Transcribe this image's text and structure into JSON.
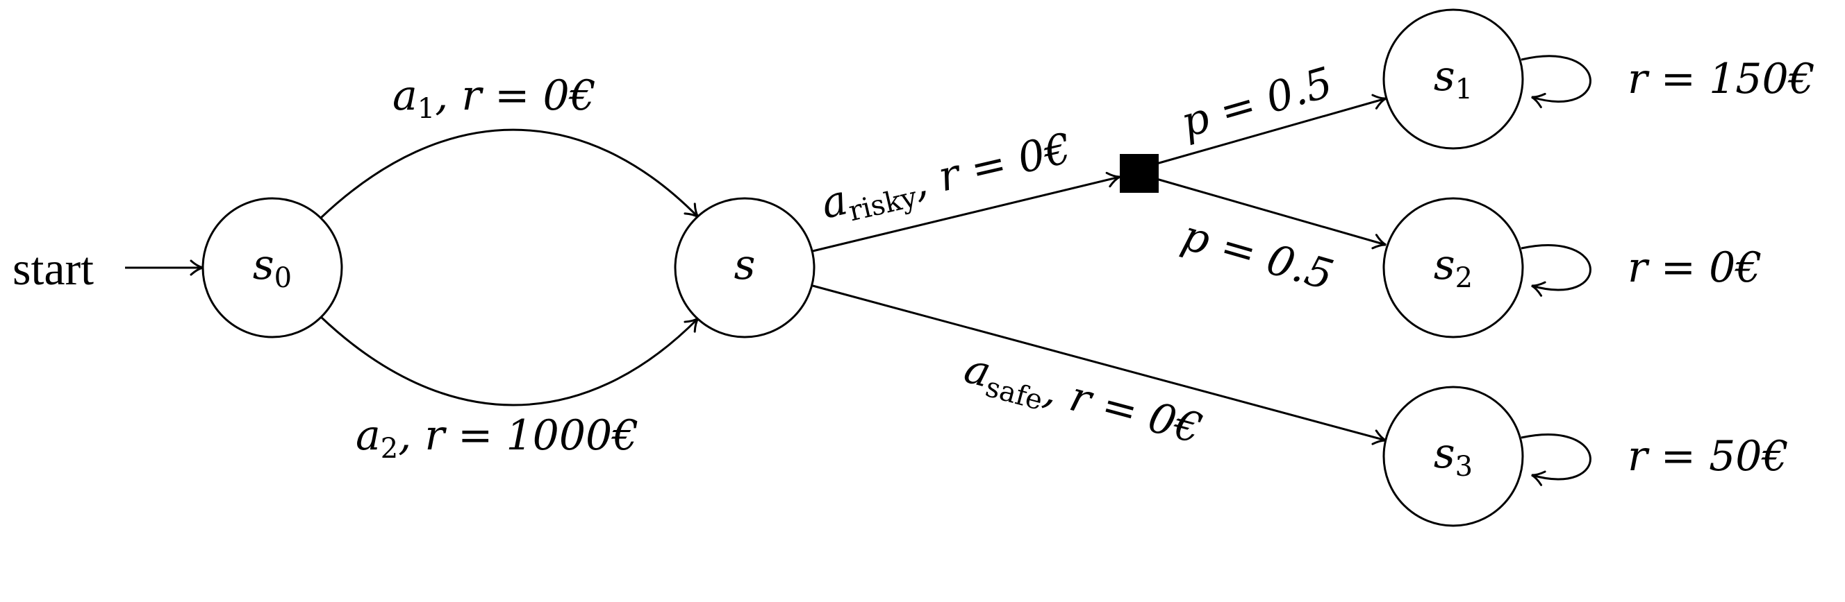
{
  "diagram": {
    "start_label": "start",
    "nodes": {
      "s0": {
        "base": "s",
        "sub": "0"
      },
      "s": {
        "base": "s",
        "sub": ""
      },
      "s1": {
        "base": "s",
        "sub": "1"
      },
      "s2": {
        "base": "s",
        "sub": "2"
      },
      "s3": {
        "base": "s",
        "sub": "3"
      }
    },
    "edges": {
      "a1": {
        "action": "a",
        "action_sub": "1",
        "reward": ", r = 0€"
      },
      "a2": {
        "action": "a",
        "action_sub": "2",
        "reward": ", r = 1000€"
      },
      "risky": {
        "action": "a",
        "action_sub": "risky",
        "reward": ", r = 0€"
      },
      "safe": {
        "action": "a",
        "action_sub": "safe",
        "reward": ", r = 0€"
      },
      "p1": {
        "text": "p = 0.5"
      },
      "p2": {
        "text": "p = 0.5"
      }
    },
    "self_loops": {
      "s1": "r = 150€",
      "s2": "r = 0€",
      "s3": "r = 50€"
    }
  }
}
